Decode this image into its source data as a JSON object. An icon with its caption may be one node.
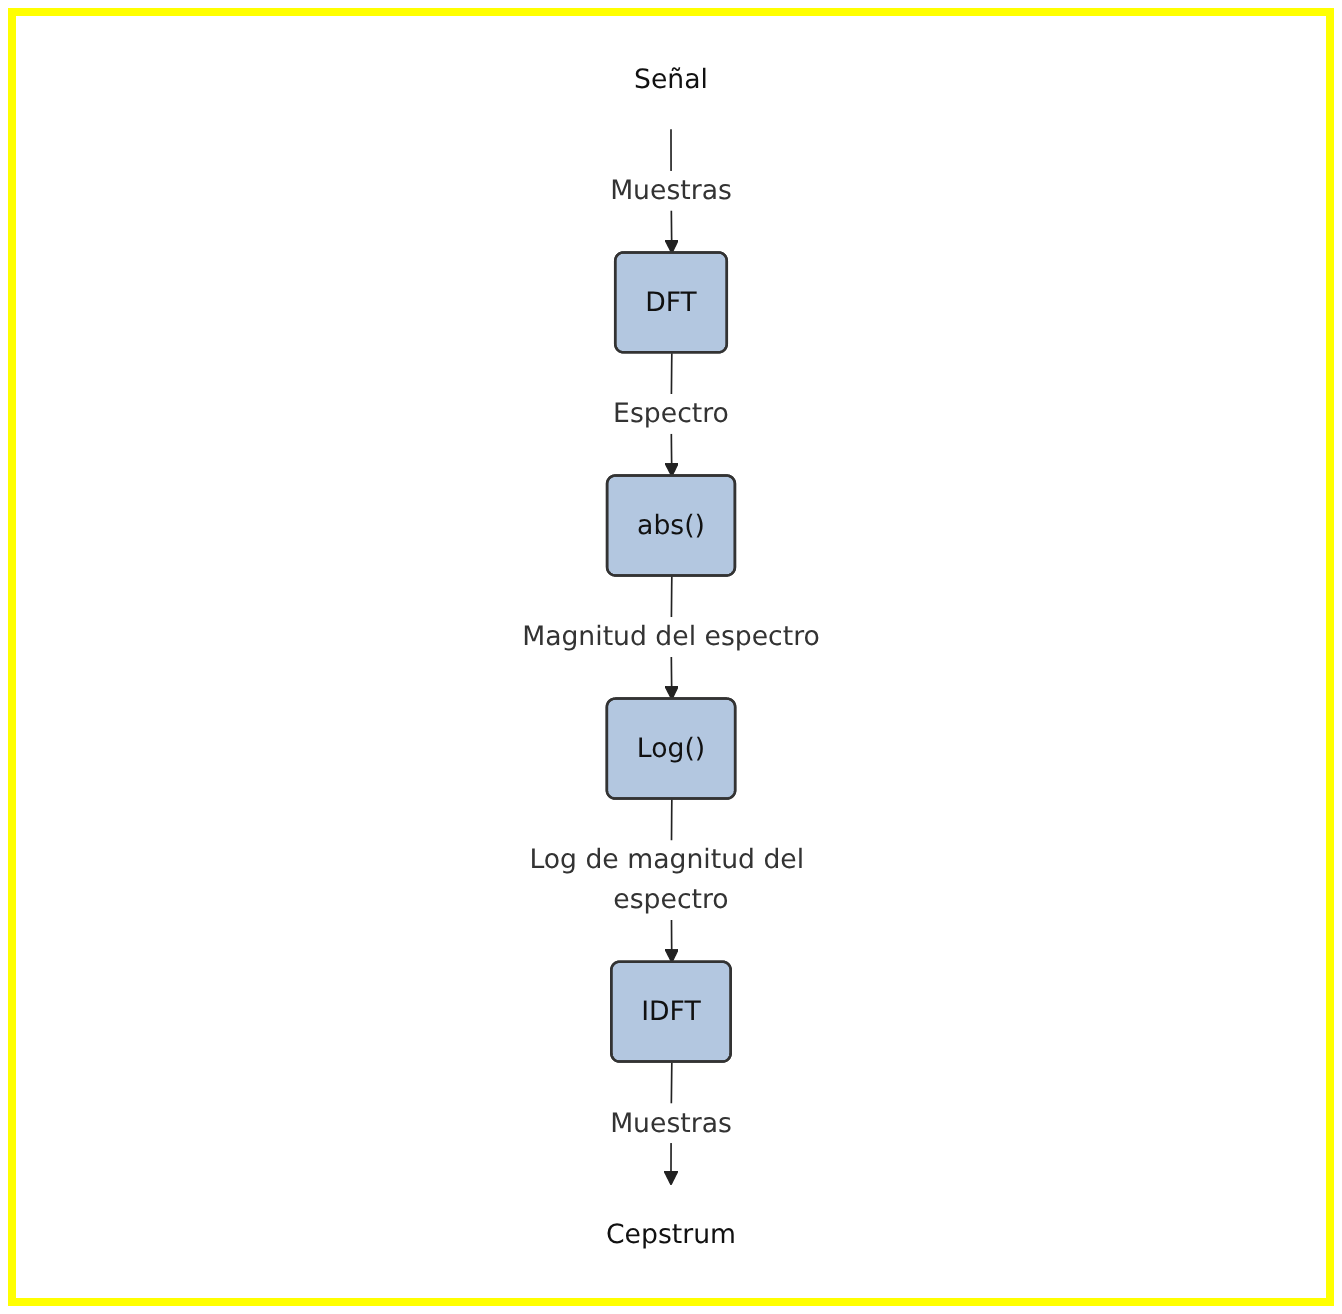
{
  "diagram": {
    "nodes": [
      {
        "text": [
          "Señal"
        ]
      },
      {
        "text": [
          "DFT"
        ]
      },
      {
        "text": [
          "abs()"
        ]
      },
      {
        "text": [
          "Log()"
        ]
      },
      {
        "text": [
          "IDFT"
        ]
      },
      {
        "text": [
          "Cepstrum"
        ]
      }
    ],
    "edges": [
      {
        "from": 0,
        "to": 1,
        "arrow": "to",
        "label": "Muestras"
      },
      {
        "from": 1,
        "to": 2,
        "arrow": "to",
        "label": "Espectro"
      },
      {
        "from": 2,
        "to": 3,
        "arrow": "to",
        "label": "Magnitud del espectro"
      },
      {
        "from": 3,
        "to": 4,
        "arrow": "to",
        "label": "Log de magnitud del espectro"
      },
      {
        "from": 4,
        "to": 5,
        "arrow": "to",
        "label": "Muestras"
      }
    ]
  }
}
